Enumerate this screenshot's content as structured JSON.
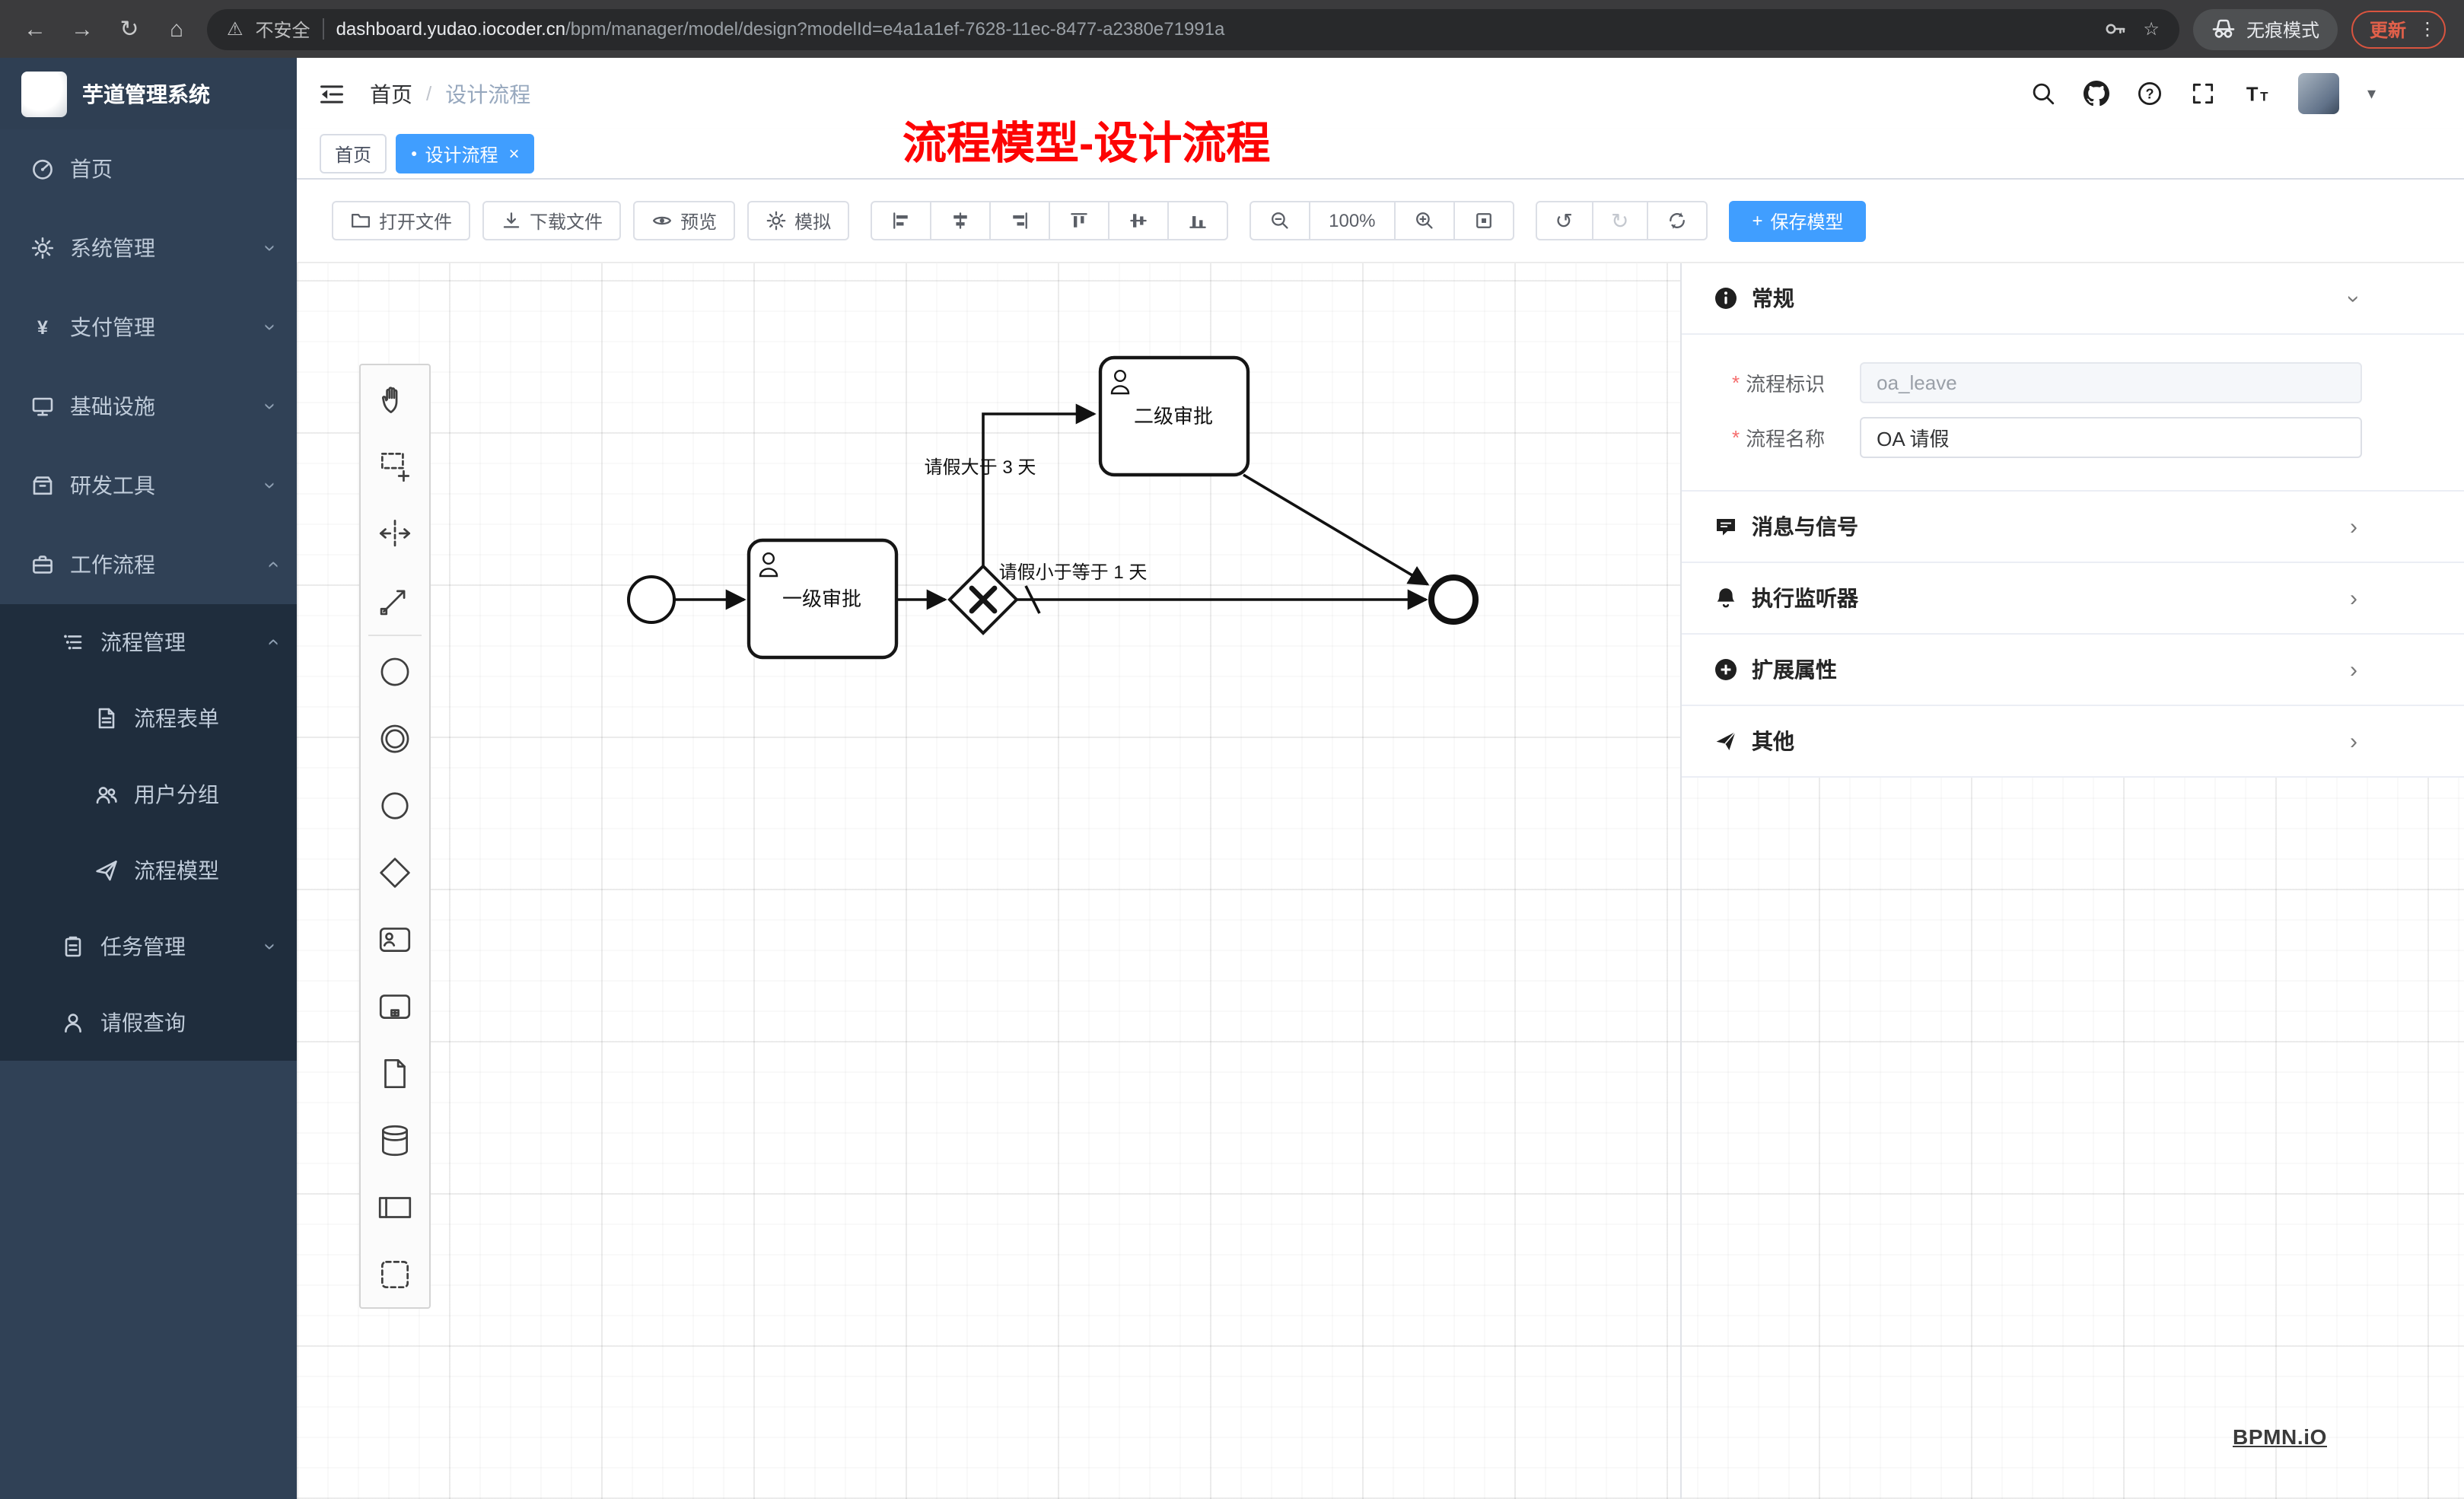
{
  "browser": {
    "security_label": "不安全",
    "url_domain": "dashboard.yudao.iocoder.cn",
    "url_path": "/bpm/manager/model/design?modelId=e4a1a1ef-7628-11ec-8477-a2380e71991a",
    "incognito_label": "无痕模式",
    "update_label": "更新"
  },
  "icons": {
    "back": "←",
    "forward": "→",
    "reload": "↻",
    "home": "⌂",
    "warning": "⚠",
    "star": "☆",
    "dots": "⋮",
    "tab_dot": "●",
    "close": "×",
    "caret": "▾",
    "chevron": "›",
    "undo": "↺",
    "redo": "↻",
    "plus": "+",
    "slash": "/"
  },
  "sidebar": {
    "app_title": "芋道管理系统",
    "items": [
      {
        "label": "首页"
      },
      {
        "label": "系统管理"
      },
      {
        "label": "支付管理"
      },
      {
        "label": "基础设施"
      },
      {
        "label": "研发工具"
      },
      {
        "label": "工作流程"
      },
      {
        "label": "流程管理"
      },
      {
        "label": "流程表单"
      },
      {
        "label": "用户分组"
      },
      {
        "label": "流程模型"
      },
      {
        "label": "任务管理"
      },
      {
        "label": "请假查询"
      }
    ]
  },
  "header": {
    "breadcrumb_home": "首页",
    "breadcrumb_sep": "/",
    "breadcrumb_current": "设计流程"
  },
  "tabs": {
    "home": "首页",
    "active": "设计流程"
  },
  "annotation": "流程模型-设计流程",
  "toolbar": {
    "open": "打开文件",
    "download": "下载文件",
    "preview": "预览",
    "simulate": "模拟",
    "zoom": "100%",
    "save": "保存模型"
  },
  "panel": {
    "general": {
      "title": "常规",
      "fields": [
        {
          "label": "流程标识",
          "value": "oa_leave"
        },
        {
          "label": "流程名称",
          "value": "OA 请假"
        }
      ]
    },
    "sections": [
      {
        "label": "消息与信号"
      },
      {
        "label": "执行监听器"
      },
      {
        "label": "扩展属性"
      },
      {
        "label": "其他"
      }
    ]
  },
  "diagram": {
    "task1": "一级审批",
    "task2": "二级审批",
    "flow_gt": "请假大于 3 天",
    "flow_le": "请假小于等于 1 天"
  },
  "watermark": "BPMN.iO",
  "colors": {
    "accent": "#409eff",
    "annotation": "#ff0000",
    "update": "#d9543f",
    "sidebar": "#304156",
    "submenu": "#1f2d3d"
  }
}
